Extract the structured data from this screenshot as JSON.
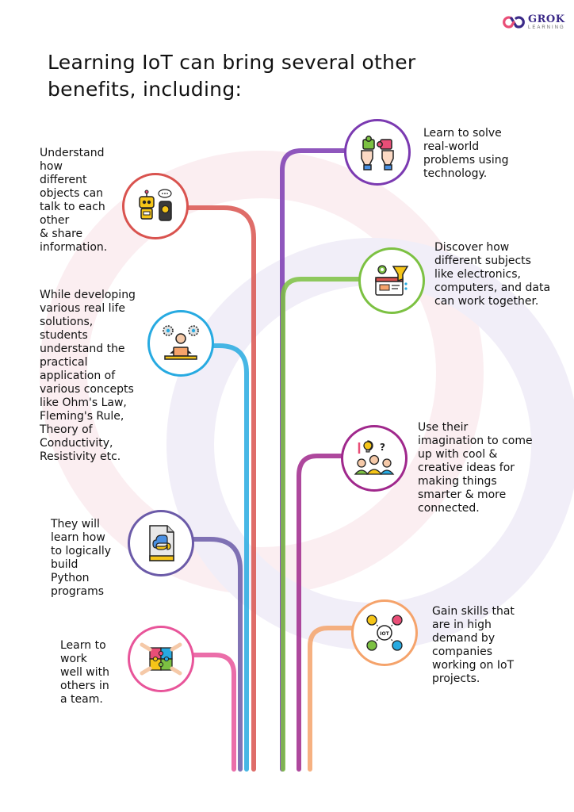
{
  "brand": {
    "name": "GROK",
    "tagline": "LEARNING",
    "colors": {
      "primary": "#3b2a88",
      "secondary": "#e94e77"
    }
  },
  "title": "Learning IoT can bring several other\nbenefits, including:",
  "benefits": [
    {
      "text": "Learn to solve\nreal-world\nproblems using\ntechnology.",
      "icon": "puzzle-hands-icon",
      "color": "#7b3ab1"
    },
    {
      "text": "Understand\nhow\ndifferent\nobjects can\ntalk to each\nother\n& share\ninformation.",
      "icon": "robot-speaker-icon",
      "color": "#d9534f"
    },
    {
      "text": "Discover how\ndifferent subjects\nlike electronics,\ncomputers, and data\ncan work together.",
      "icon": "data-funnel-icon",
      "color": "#7cc142"
    },
    {
      "text": "While developing\nvarious real life\nsolutions,\nstudents\nunderstand the\npractical\napplication of\nvarious concepts\nlike Ohm's Law,\nFleming's Rule,\nTheory of\nConductivity,\nResistivity etc.",
      "icon": "laptop-gears-icon",
      "color": "#27aae1"
    },
    {
      "text": "Use their\nimagination to come\nup with cool &\ncreative ideas for\nmaking things\nsmarter & more\nconnected.",
      "icon": "team-ideas-icon",
      "color": "#a0288c"
    },
    {
      "text": "They will\nlearn how\nto logically\nbuild\nPython\nprograms",
      "icon": "python-file-icon",
      "color": "#6b5aa8"
    },
    {
      "text": "Gain skills that\nare in high\ndemand by\ncompanies\nworking on IoT\nprojects.",
      "icon": "iot-network-icon",
      "color": "#f5a36b"
    },
    {
      "text": "Learn to\nwork\nwell with\nothers in\na team.",
      "icon": "puzzle-team-icon",
      "color": "#e8559a"
    }
  ]
}
